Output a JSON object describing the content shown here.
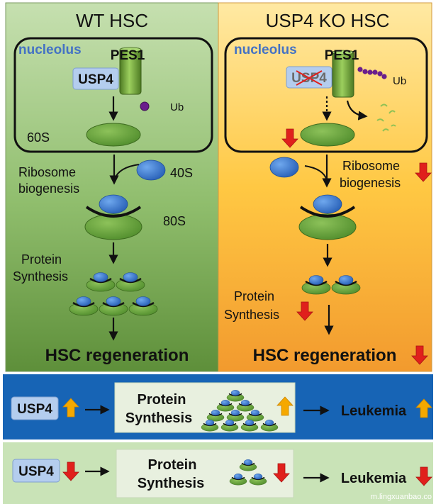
{
  "wt_panel": {
    "title": "WT HSC",
    "nucleolus": "nucleolus",
    "pes1": "PES1",
    "usp4": "USP4",
    "ub": "Ub",
    "s60": "60S",
    "s40": "40S",
    "s80": "80S",
    "ribosome_line1": "Ribosome",
    "ribosome_line2": "biogenesis",
    "protein_line1": "Protein",
    "protein_line2": "Synthesis",
    "outcome": "HSC regeneration"
  },
  "ko_panel": {
    "title": "USP4 KO HSC",
    "nucleolus": "nucleolus",
    "pes1": "PES1",
    "usp4": "USP4",
    "ub": "Ub",
    "ribosome_line1": "Ribosome",
    "ribosome_line2": "biogenesis",
    "protein_line1": "Protein",
    "protein_line2": "Synthesis",
    "outcome": "HSC regeneration"
  },
  "up_row": {
    "usp4": "USP4",
    "protein_line1": "Protein",
    "protein_line2": "Synthesis",
    "leukemia": "Leukemia"
  },
  "down_row": {
    "usp4": "USP4",
    "protein_line1": "Protein",
    "protein_line2": "Synthesis",
    "leukemia": "Leukemia"
  },
  "watermark": "m.lingxuanbao.co",
  "colors": {
    "arrow_up": "#f5a800",
    "arrow_down": "#e0201c",
    "nucleolus_text": "#4472c4",
    "blue_band": "#1764b5",
    "light_green_band": "#c9e3b7"
  }
}
